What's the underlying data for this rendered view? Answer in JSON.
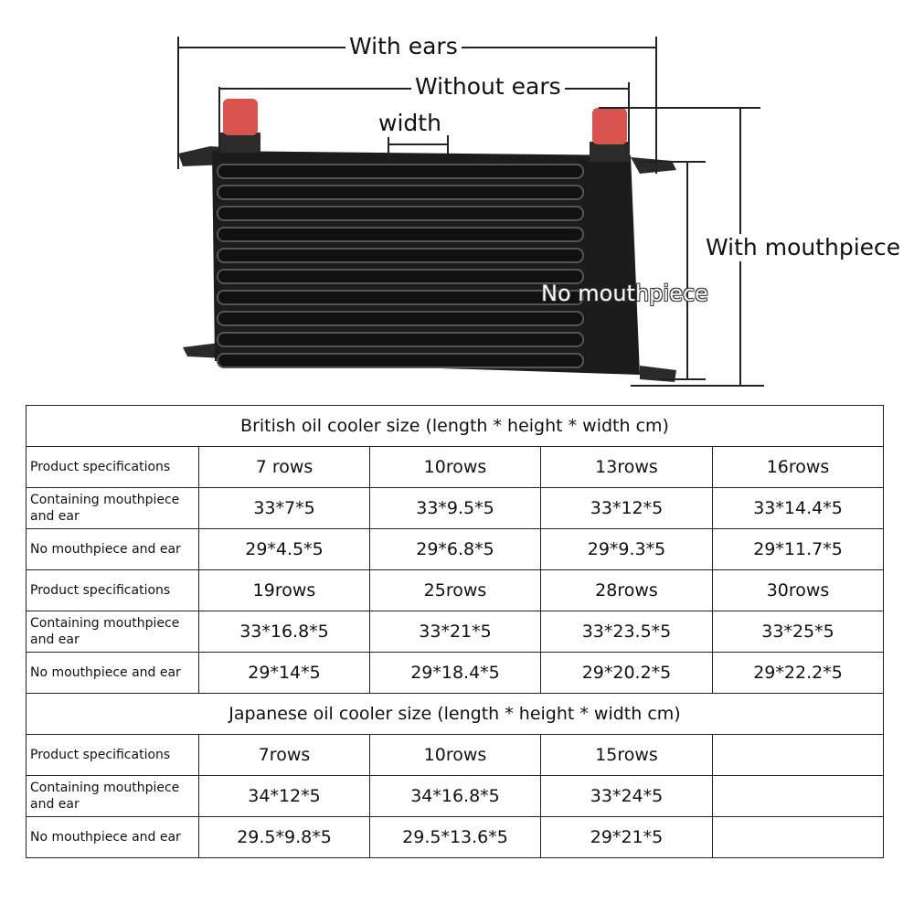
{
  "diagram": {
    "with_ears": "With ears",
    "without_ears": "Without ears",
    "width": "width",
    "with_mouthpiece": "With mouthpiece",
    "no_mouthpiece": "No mouthpiece",
    "colors": {
      "body": "#1c1c1c",
      "cap": "#d9534f",
      "line": "#222222"
    }
  },
  "british": {
    "title": "British oil cooler size (length * height * width cm)",
    "blocks": [
      {
        "spec_label": "Product specifications",
        "specs": [
          "7 rows",
          "10rows",
          "13rows",
          "16rows"
        ],
        "with_label": "Containing mouthpiece and ear",
        "with": [
          "33*7*5",
          "33*9.5*5",
          "33*12*5",
          "33*14.4*5"
        ],
        "without_label": "No mouthpiece and ear",
        "without": [
          "29*4.5*5",
          "29*6.8*5",
          "29*9.3*5",
          "29*11.7*5"
        ]
      },
      {
        "spec_label": "Product specifications",
        "specs": [
          "19rows",
          "25rows",
          "28rows",
          "30rows"
        ],
        "with_label": "Containing mouthpiece and ear",
        "with": [
          "33*16.8*5",
          "33*21*5",
          "33*23.5*5",
          "33*25*5"
        ],
        "without_label": "No mouthpiece and ear",
        "without": [
          "29*14*5",
          "29*18.4*5",
          "29*20.2*5",
          "29*22.2*5"
        ]
      }
    ]
  },
  "japanese": {
    "title": "Japanese oil cooler size (length * height * width cm)",
    "blocks": [
      {
        "spec_label": "Product specifications",
        "specs": [
          "7rows",
          "10rows",
          "15rows",
          ""
        ],
        "with_label": "Containing mouthpiece and ear",
        "with": [
          "34*12*5",
          "34*16.8*5",
          "33*24*5",
          ""
        ],
        "without_label": "No mouthpiece and ear",
        "without": [
          "29.5*9.8*5",
          "29.5*13.6*5",
          "29*21*5",
          ""
        ]
      }
    ]
  }
}
